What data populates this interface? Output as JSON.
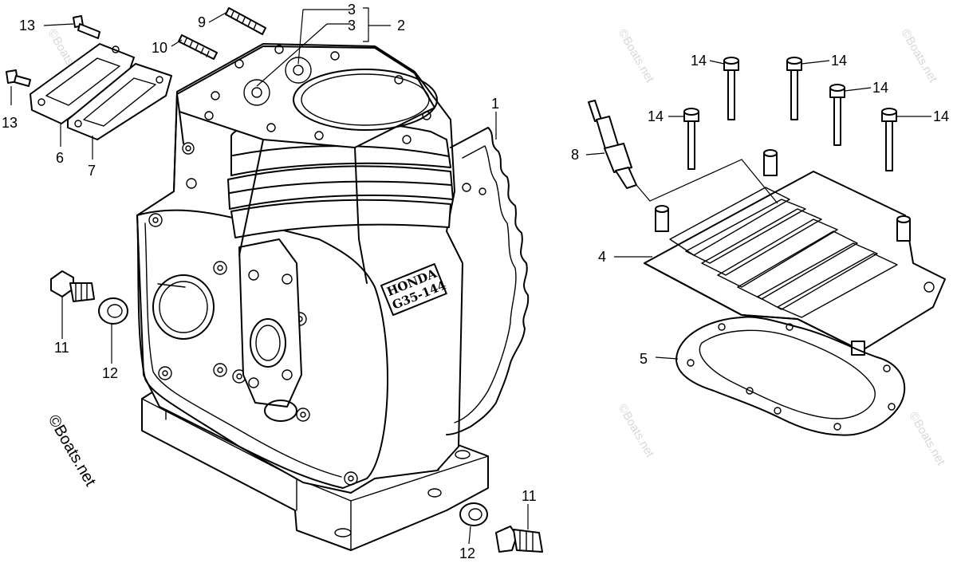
{
  "watermark": "©Boats.net",
  "engine_marking": {
    "brand": "HONDA",
    "model": "G35-144"
  },
  "callouts": {
    "c13a": "13",
    "c13b": "13",
    "c9": "9",
    "c10": "10",
    "c3a": "3",
    "c3b": "3",
    "c2": "2",
    "c6": "6",
    "c7": "7",
    "c1": "1",
    "c11a": "11",
    "c12a": "12",
    "c11b": "11",
    "c12b": "12",
    "c8": "8",
    "c4": "4",
    "c5": "5",
    "c14a": "14",
    "c14b": "14",
    "c14c": "14",
    "c14d": "14"
  }
}
